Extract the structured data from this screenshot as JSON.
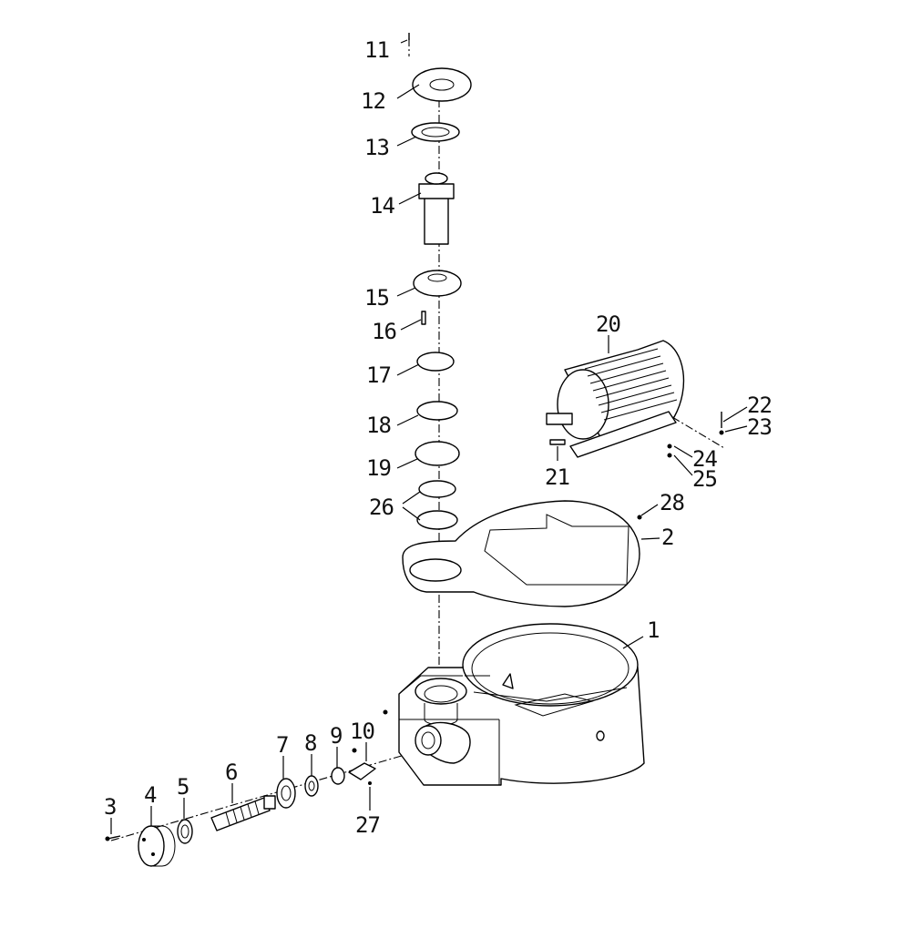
{
  "diagram": {
    "type": "exploded-parts-diagram",
    "line_color": "#000000",
    "background_color": "#ffffff",
    "callouts": [
      {
        "id": "p1",
        "label": "1"
      },
      {
        "id": "p2",
        "label": "2"
      },
      {
        "id": "p3",
        "label": "3"
      },
      {
        "id": "p4",
        "label": "4"
      },
      {
        "id": "p5",
        "label": "5"
      },
      {
        "id": "p6",
        "label": "6"
      },
      {
        "id": "p7",
        "label": "7"
      },
      {
        "id": "p8",
        "label": "8"
      },
      {
        "id": "p9",
        "label": "9"
      },
      {
        "id": "p10",
        "label": "10"
      },
      {
        "id": "p11",
        "label": "11"
      },
      {
        "id": "p12",
        "label": "12"
      },
      {
        "id": "p13",
        "label": "13"
      },
      {
        "id": "p14",
        "label": "14"
      },
      {
        "id": "p15",
        "label": "15"
      },
      {
        "id": "p16",
        "label": "16"
      },
      {
        "id": "p17",
        "label": "17"
      },
      {
        "id": "p18",
        "label": "18"
      },
      {
        "id": "p19",
        "label": "19"
      },
      {
        "id": "p20",
        "label": "20"
      },
      {
        "id": "p21",
        "label": "21"
      },
      {
        "id": "p22",
        "label": "22"
      },
      {
        "id": "p23",
        "label": "23"
      },
      {
        "id": "p24",
        "label": "24"
      },
      {
        "id": "p25",
        "label": "25"
      },
      {
        "id": "p26",
        "label": "26"
      },
      {
        "id": "p27",
        "label": "27"
      },
      {
        "id": "p28",
        "label": "28"
      }
    ]
  }
}
